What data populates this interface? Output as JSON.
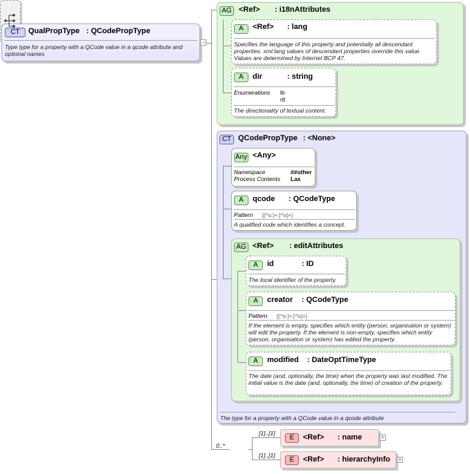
{
  "root": {
    "badge": "CT",
    "name": "QualPropType",
    "type": ": QCodePropType",
    "doc": "Type type for a property with a  QCode value in a qcode attribute and optional names"
  },
  "i18n": {
    "badge": "AG",
    "ref": "<Ref>",
    "name": ": i18nAttributes",
    "lang": {
      "badge": "A",
      "ref": "<Ref>",
      "name": ": lang",
      "doc": "Specifies the language of this property and potentially all descendant properties. xml:lang values of descendant properties override this value. Values are determined by Internet BCP 47."
    },
    "dir": {
      "badge": "A",
      "name": "dir",
      "type": ": string",
      "enum_key": "Enumerations",
      "enum_values": [
        "ltr",
        "rtl"
      ],
      "doc": "The directionality of textual content."
    }
  },
  "qcodeprop": {
    "badge": "CT",
    "name": "QCodePropType",
    "type": ": <None>",
    "doc": "The type for a property with a QCode value in a qcode attribute",
    "any": {
      "badge": "Any",
      "name": "<Any>",
      "ns_key": "Namespace",
      "ns_val": "##other",
      "pc_key": "Process Contents",
      "pc_val": "Lax"
    },
    "qcode": {
      "badge": "A",
      "name": "qcode",
      "type": ": QCodeType",
      "pattern_key": "Pattern",
      "pattern_val": "[[^\\s:]+:[^\\s]+]",
      "doc": "A qualified code which identifies a concept."
    },
    "edit": {
      "badge": "AG",
      "ref": "<Ref>",
      "name": ": editAttributes",
      "id": {
        "badge": "A",
        "name": "id",
        "type": ": ID",
        "doc": "The local identifier of the property."
      },
      "creator": {
        "badge": "A",
        "name": "creator",
        "type": ": QCodeType",
        "pattern_key": "Pattern",
        "pattern_val": "[[^\\s:]+:[^\\s]+]",
        "doc": "If the element is empty, specifies which entity (person, organisation or system) will edit the property. If the element is non-empty, specifies which entity (person, organisation or system) has edited the property."
      },
      "modified": {
        "badge": "A",
        "name": "modified",
        "type": ": DateOptTimeType",
        "doc": "The date (and, optionally, the time) when the property was last modified. The initial value is the date (and, optionally, the time) of creation of the property."
      }
    }
  },
  "sequence": {
    "multiplicity": "0..*",
    "name_elem": {
      "badge": "E",
      "ref": "<Ref>",
      "name": ": name",
      "mult": "[1]..[1]"
    },
    "hier_elem": {
      "badge": "E",
      "ref": "<Ref>",
      "name": ": hierarchyInfo",
      "mult": "[1]..[1]"
    }
  },
  "colors": {
    "attribute_group": "#e0f7dc",
    "complex_type": "#e6e6fb",
    "element": "#fde3e3"
  }
}
